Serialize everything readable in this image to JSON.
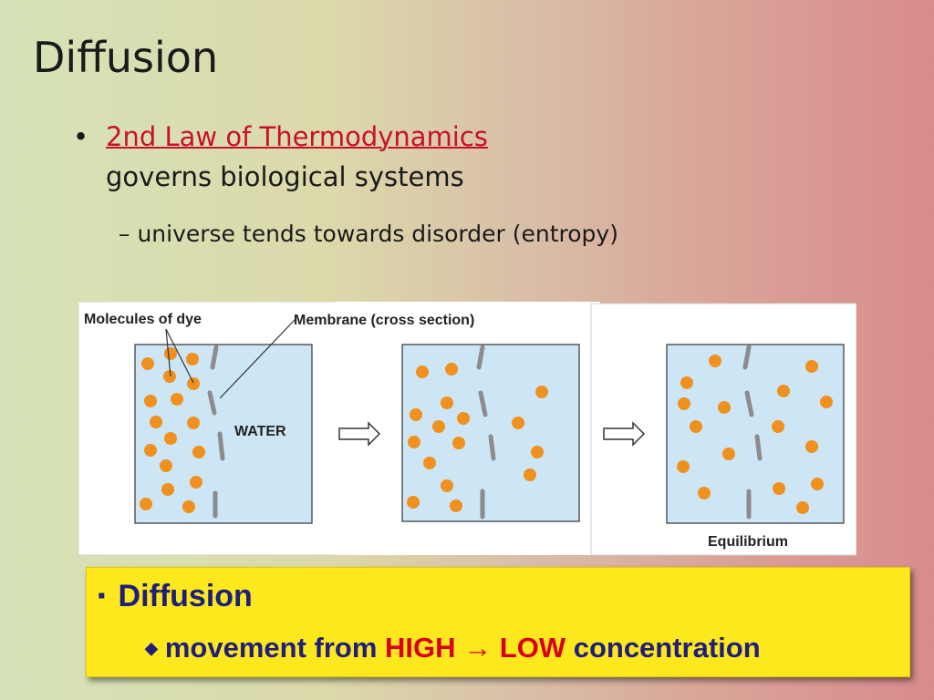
{
  "slide": {
    "title": "Diffusion",
    "bullet_marker": "•",
    "law_text": "2nd Law of Thermodynamics",
    "governs_text": "governs biological systems",
    "sub_bullet": "– universe tends towards disorder (entropy)"
  },
  "figure": {
    "label_molecules": "Molecules of dye",
    "label_membrane": "Membrane (cross section)",
    "label_water": "WATER",
    "label_equilibrium": "Equilibrium",
    "colors": {
      "water": "#cde6f5",
      "dye": "#f0901e",
      "membrane": "#8c8c8c",
      "panel": "#ffffff"
    }
  },
  "definition_box": {
    "marker": "▪",
    "heading": "Diffusion",
    "sub_marker": "◆",
    "text_before": "movement from",
    "high": "HIGH",
    "arrow": "→",
    "low": "LOW",
    "text_after": "concentration",
    "background": "#fce81c"
  }
}
